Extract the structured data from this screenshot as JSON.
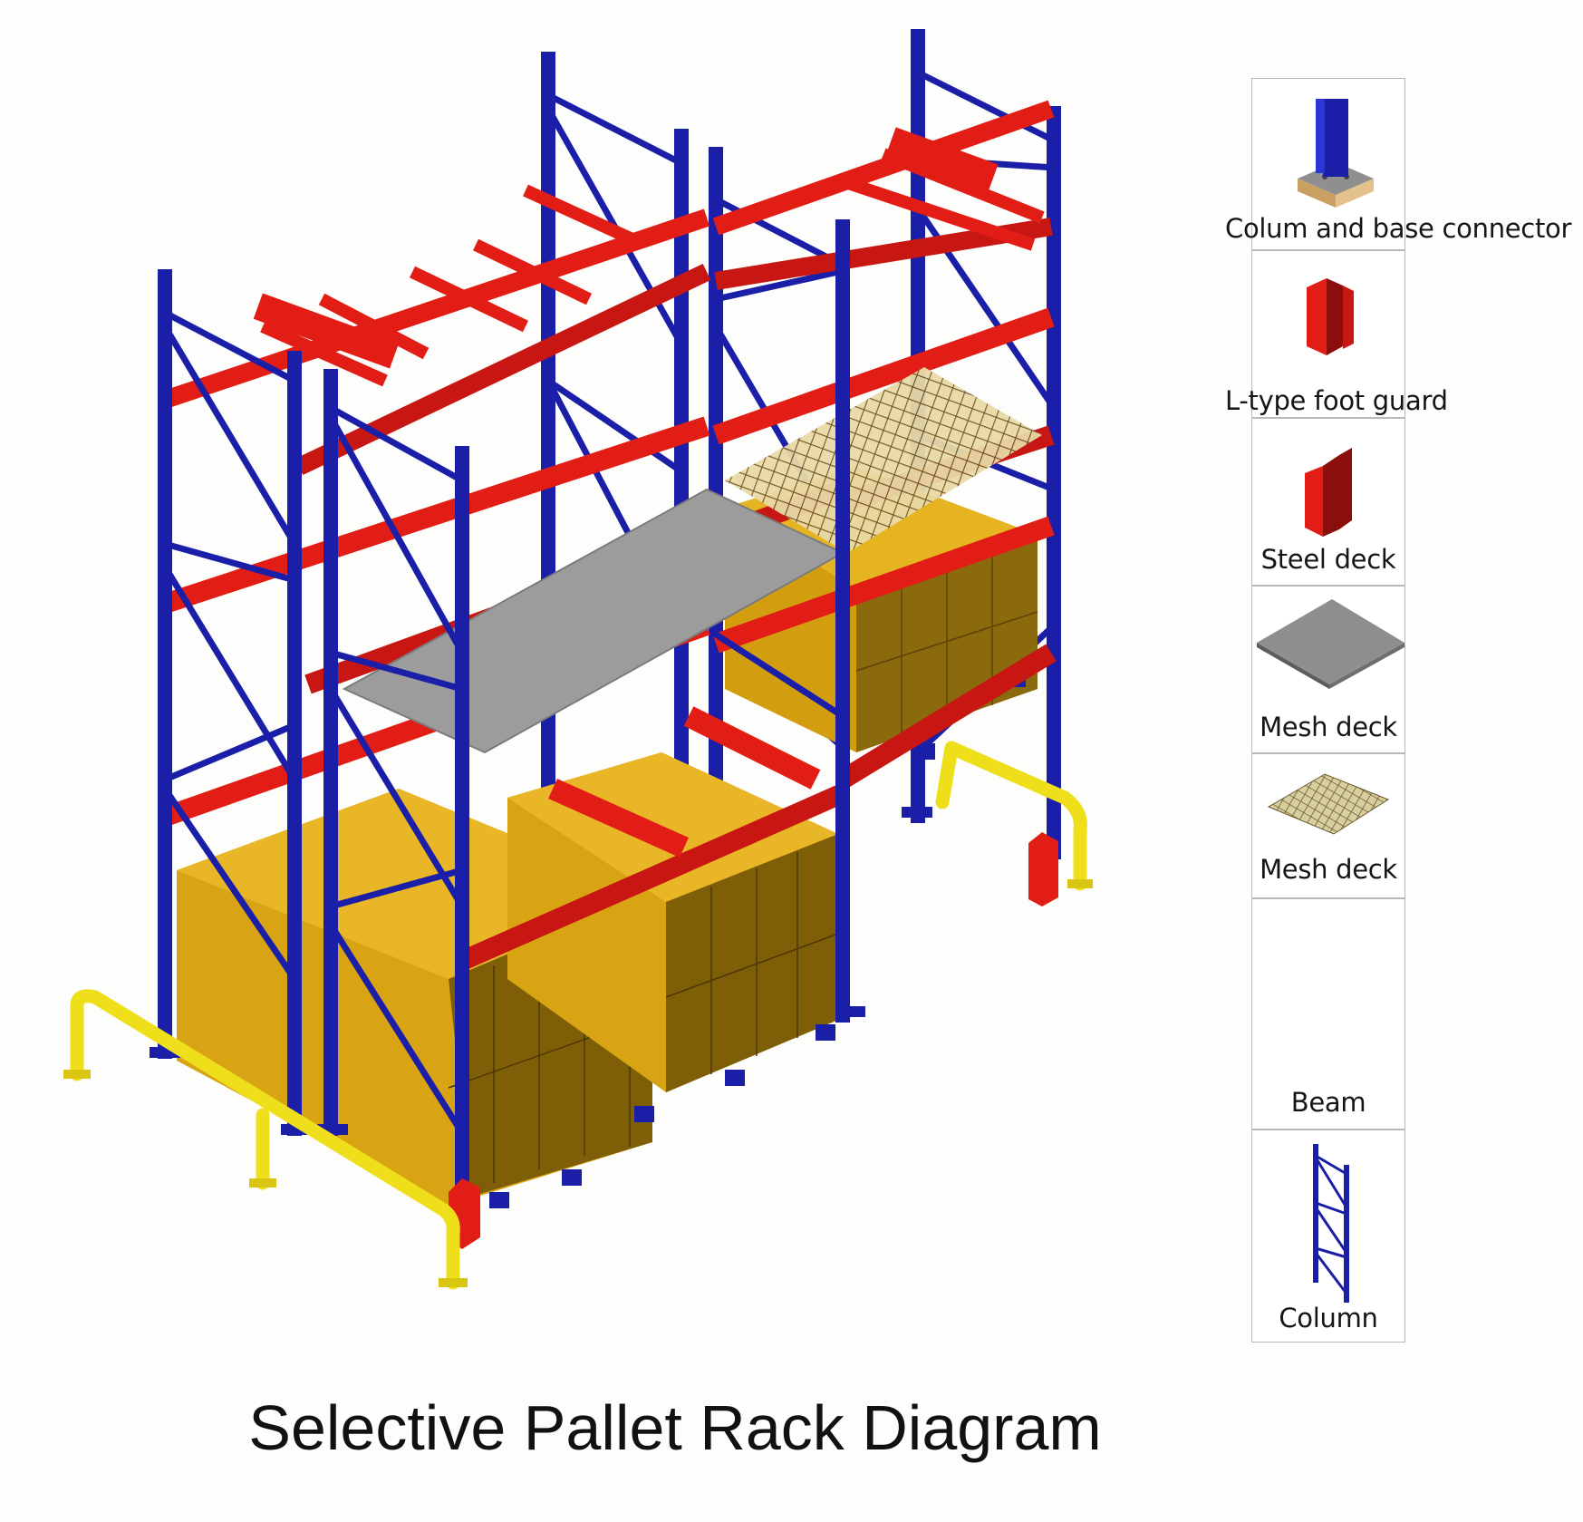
{
  "title": "Selective Pallet Rack Diagram",
  "legend": [
    {
      "label": "Colum and base connector",
      "icon": "column-base-connector-icon"
    },
    {
      "label": "L-type foot guard",
      "icon": "foot-guard-icon"
    },
    {
      "label": "Steel deck",
      "icon": "steel-deck-guard-icon"
    },
    {
      "label": "Mesh deck",
      "icon": "steel-plate-icon"
    },
    {
      "label": "Mesh deck",
      "icon": "wire-mesh-icon"
    },
    {
      "label": "Beam",
      "icon": "beam-icon"
    },
    {
      "label": "Column",
      "icon": "column-frame-icon"
    }
  ],
  "colors": {
    "upright": "#1b1fa8",
    "beam": "#e21d16",
    "beam_dark": "#a31210",
    "guard_rail": "#f2e21c",
    "load": "#e0ac14",
    "load_dark": "#7a5a06",
    "steel_deck": "#9a9a9a",
    "mesh": "#8a6a2a"
  }
}
